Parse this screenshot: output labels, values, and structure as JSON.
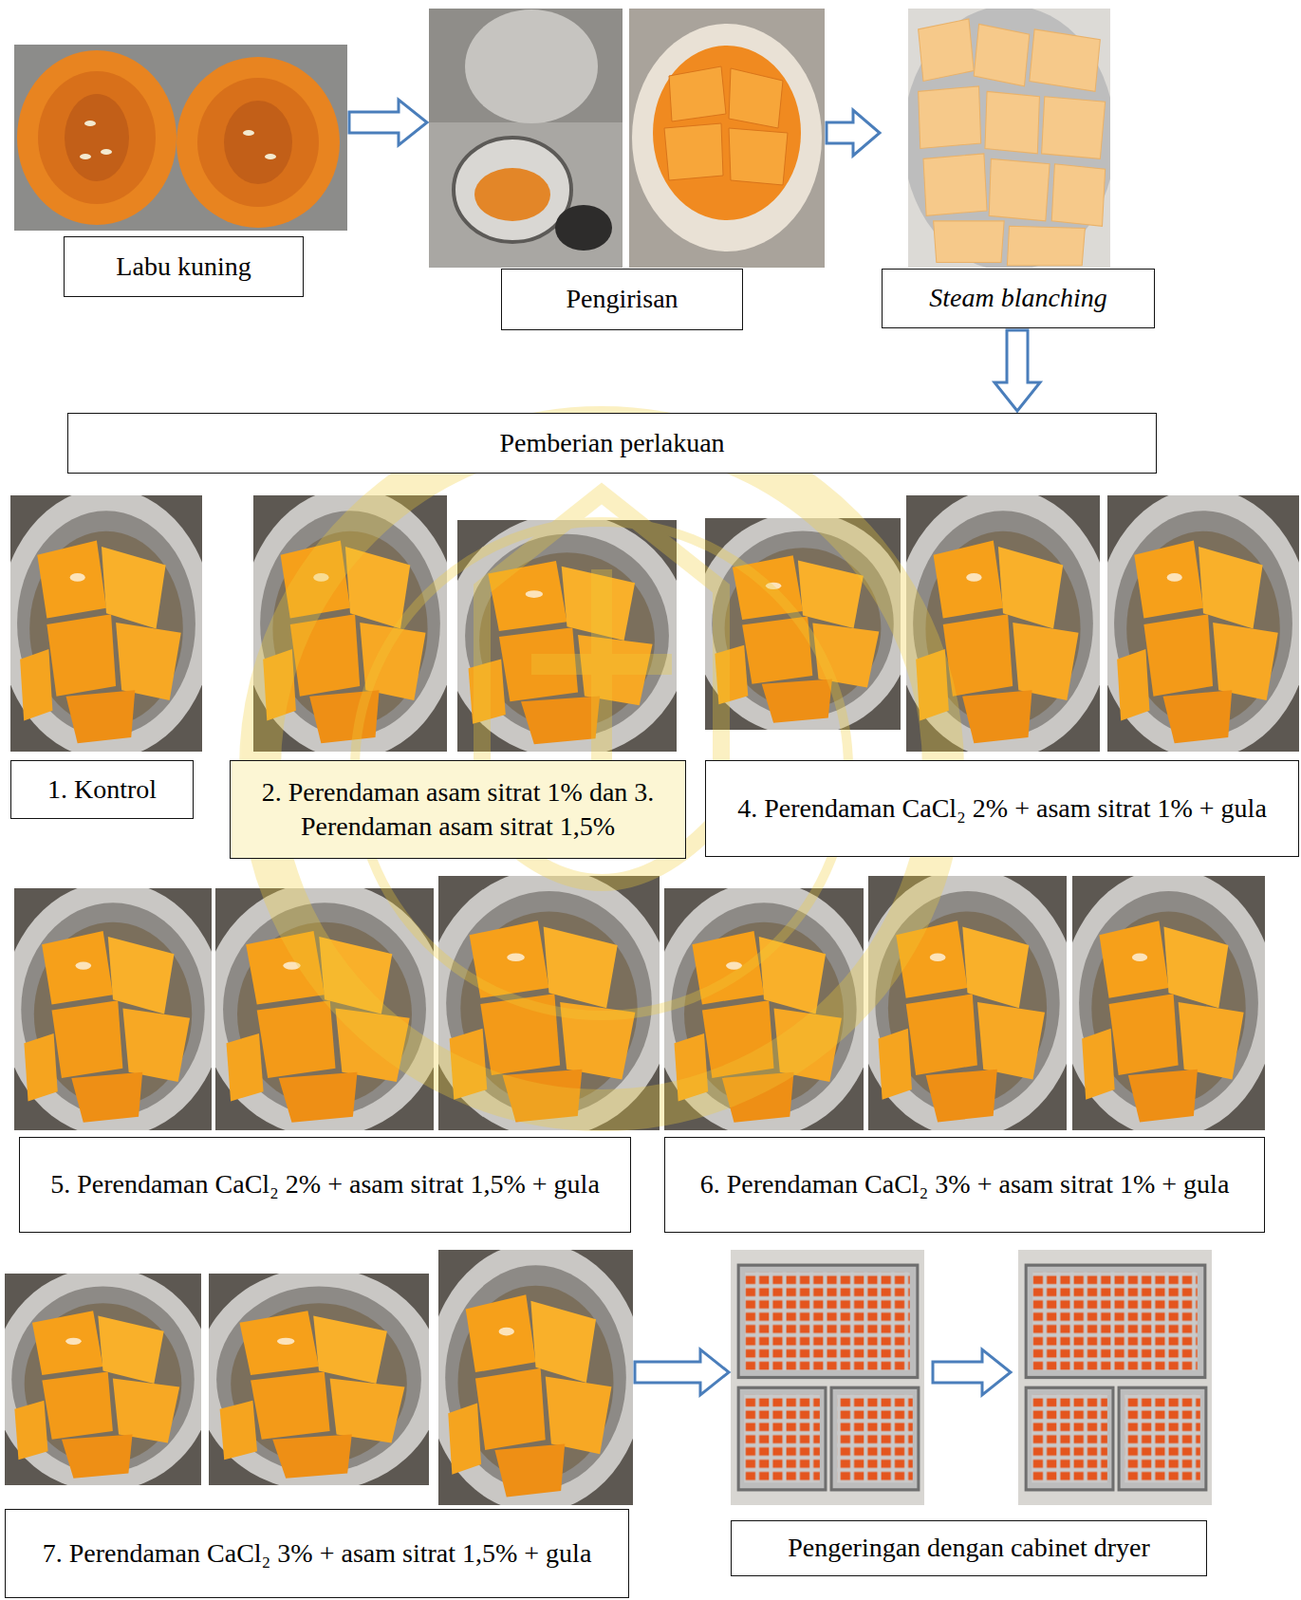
{
  "diagram": {
    "nodes": [
      {
        "text": [
          "Labu kuning"
        ]
      },
      {
        "text": [
          "Pengirisan"
        ]
      },
      {
        "text": [
          "Steam blanching"
        ]
      },
      {
        "text": [
          "Pemberian perlakuan"
        ]
      },
      {
        "text": [
          "1. Kontrol"
        ]
      },
      {
        "text": [
          "2. Perendaman asam sitrat 1% dan 3. Perendaman asam sitrat 1,5%"
        ]
      },
      {
        "text": [
          "4. Perendaman CaCl₂ 2% + asam sitrat 1% + gula"
        ]
      },
      {
        "text": [
          "5. Perendaman CaCl₂ 2% + asam sitrat 1,5% + gula"
        ]
      },
      {
        "text": [
          "6. Perendaman CaCl₂ 3% + asam sitrat 1% + gula"
        ]
      },
      {
        "text": [
          "7. Perendaman CaCl₂ 3% + asam sitrat 1,5% + gula"
        ]
      },
      {
        "text": [
          "Pengeringan dengan cabinet dryer"
        ]
      }
    ],
    "edges": [
      {
        "from": 0,
        "to": 1,
        "arrow": "to"
      },
      {
        "from": 1,
        "to": 2,
        "arrow": "to"
      },
      {
        "from": 2,
        "to": 3,
        "arrow": "to"
      },
      {
        "from": 9,
        "to": 10,
        "arrow": "to"
      }
    ]
  }
}
